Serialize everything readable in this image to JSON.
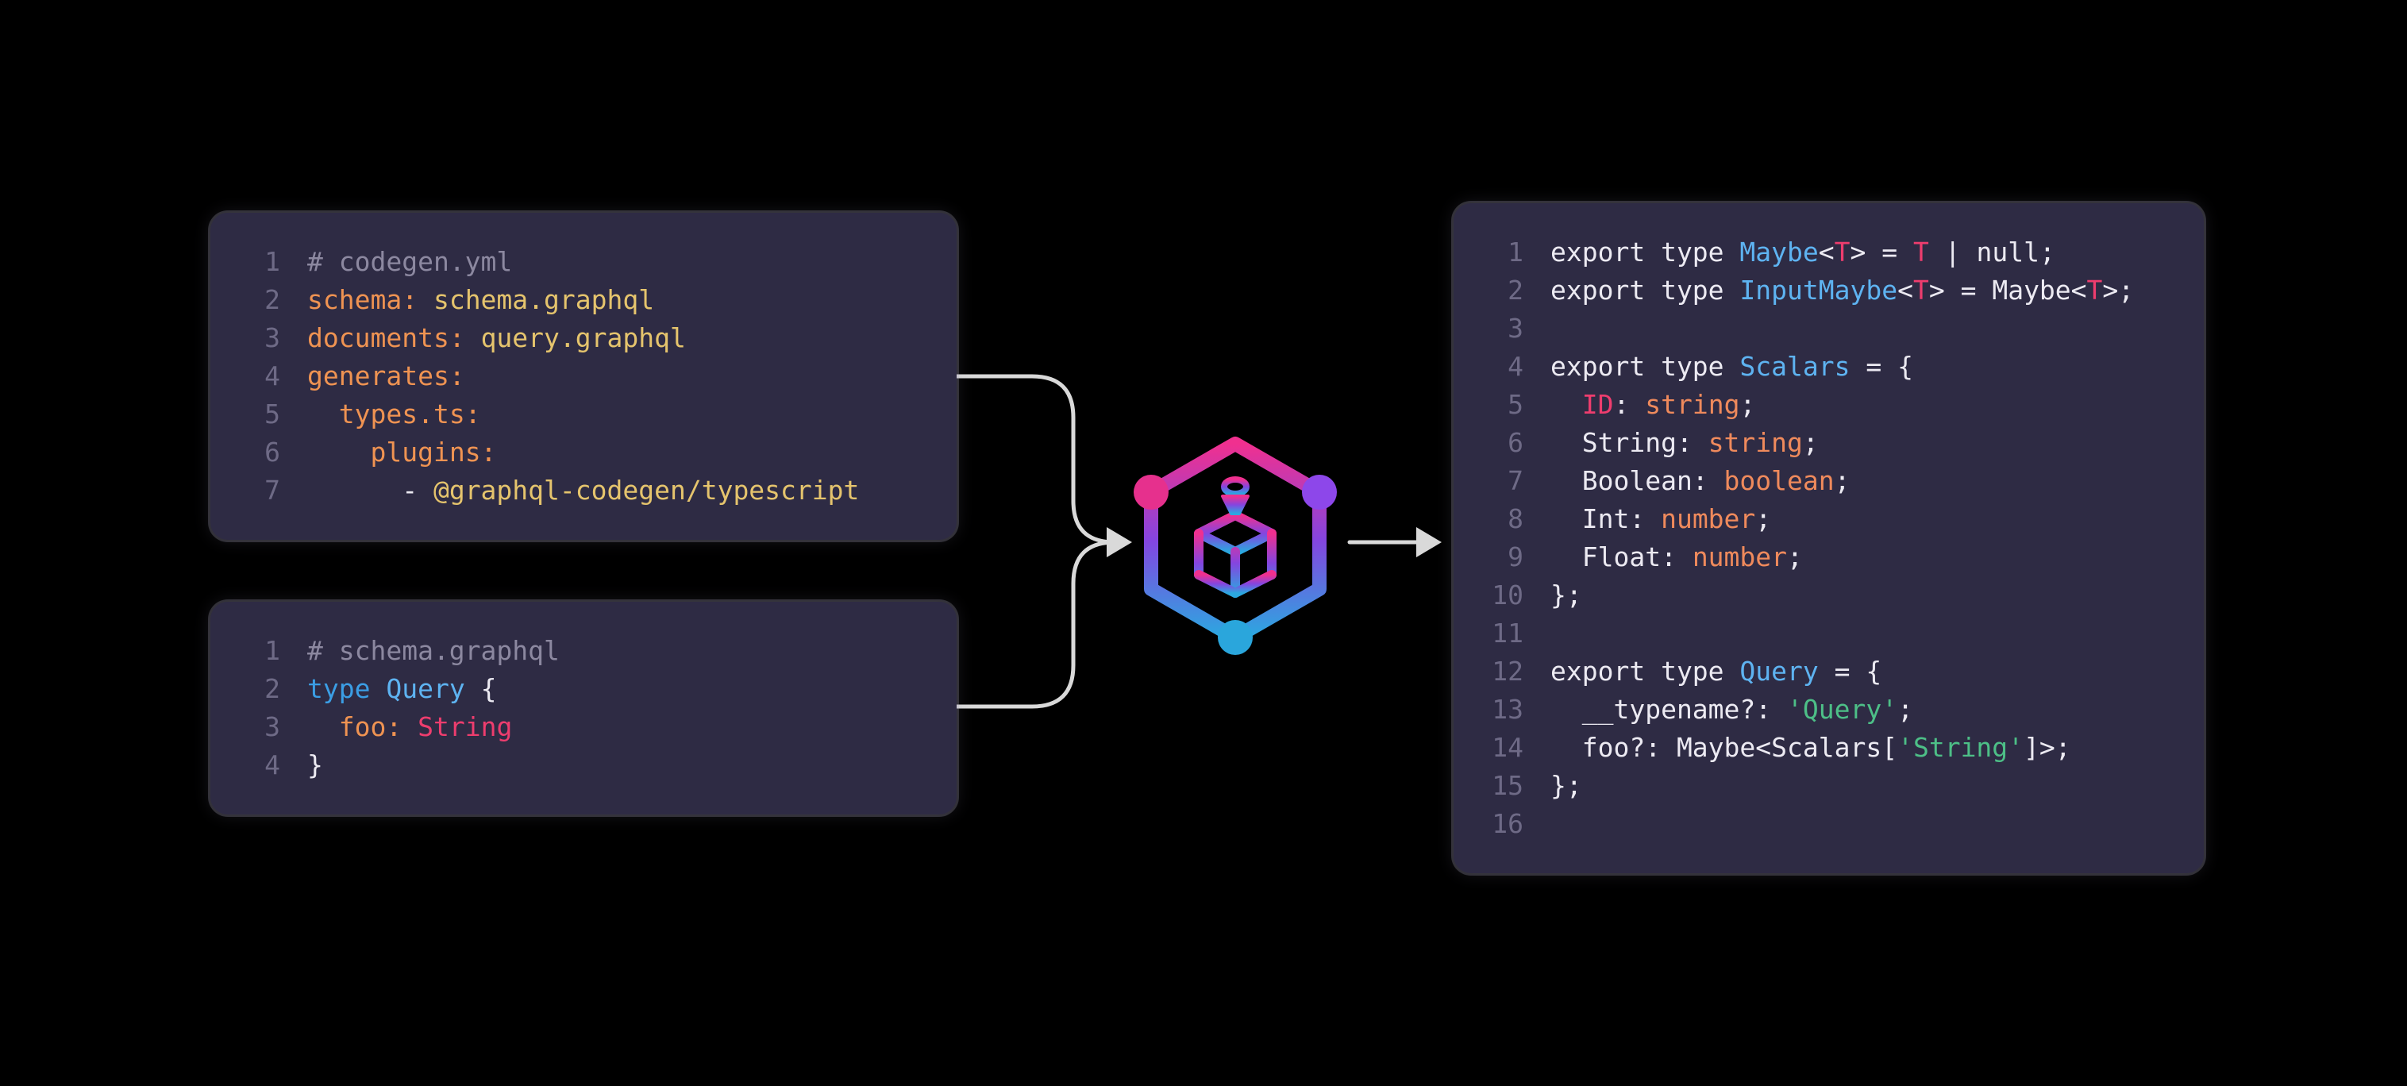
{
  "colors": {
    "background": "#000000",
    "panel_bg": "#2e2b44",
    "arrow": "#d9d9d9"
  },
  "syntax_colors": {
    "plain": "#eceaf2",
    "comment": "#8c88a0",
    "lineno": "#6e6a86",
    "key": "#ef9352",
    "value": "#e5c46d",
    "keyword": "#3b9ee5",
    "type": "#5eb3f1",
    "red": "#ee3d6e",
    "orange": "#ef8a5c",
    "green": "#4dbf87"
  },
  "logo": {
    "label": "graphql-code-generator-logo",
    "gradient": [
      "#f0308f",
      "#8445e0",
      "#2ba8e0"
    ],
    "circles": {
      "pink": "#e6308d",
      "purple": "#8d47ea",
      "blue": "#2aa6dc"
    }
  },
  "panels": [
    {
      "name": "codegen-yml",
      "lines": [
        {
          "n": "1",
          "tokens": [
            {
              "c": "comment",
              "t": "# codegen.yml"
            }
          ]
        },
        {
          "n": "2",
          "tokens": [
            {
              "c": "key",
              "t": "schema:"
            },
            {
              "c": "plain",
              "t": " "
            },
            {
              "c": "value",
              "t": "schema.graphql"
            }
          ]
        },
        {
          "n": "3",
          "tokens": [
            {
              "c": "key",
              "t": "documents:"
            },
            {
              "c": "plain",
              "t": " "
            },
            {
              "c": "value",
              "t": "query.graphql"
            }
          ]
        },
        {
          "n": "4",
          "tokens": [
            {
              "c": "key",
              "t": "generates:"
            }
          ]
        },
        {
          "n": "5",
          "tokens": [
            {
              "c": "plain",
              "t": "  "
            },
            {
              "c": "key",
              "t": "types.ts:"
            }
          ]
        },
        {
          "n": "6",
          "tokens": [
            {
              "c": "plain",
              "t": "    "
            },
            {
              "c": "key",
              "t": "plugins:"
            }
          ]
        },
        {
          "n": "7",
          "tokens": [
            {
              "c": "plain",
              "t": "      - "
            },
            {
              "c": "value",
              "t": "@graphql-codegen/typescript"
            }
          ]
        }
      ]
    },
    {
      "name": "schema-graphql",
      "lines": [
        {
          "n": "1",
          "tokens": [
            {
              "c": "comment",
              "t": "# schema.graphql"
            }
          ]
        },
        {
          "n": "2",
          "tokens": [
            {
              "c": "keyword",
              "t": "type"
            },
            {
              "c": "plain",
              "t": " "
            },
            {
              "c": "type",
              "t": "Query"
            },
            {
              "c": "plain",
              "t": " {"
            }
          ]
        },
        {
          "n": "3",
          "tokens": [
            {
              "c": "plain",
              "t": "  "
            },
            {
              "c": "key",
              "t": "foo:"
            },
            {
              "c": "plain",
              "t": " "
            },
            {
              "c": "red",
              "t": "String"
            }
          ]
        },
        {
          "n": "4",
          "tokens": [
            {
              "c": "plain",
              "t": "}"
            }
          ]
        }
      ]
    },
    {
      "name": "typescript-output",
      "lines": [
        {
          "n": "1",
          "tokens": [
            {
              "c": "plain",
              "t": "export type "
            },
            {
              "c": "type",
              "t": "Maybe"
            },
            {
              "c": "plain",
              "t": "<"
            },
            {
              "c": "red",
              "t": "T"
            },
            {
              "c": "plain",
              "t": "> = "
            },
            {
              "c": "red",
              "t": "T"
            },
            {
              "c": "plain",
              "t": " | null;"
            }
          ]
        },
        {
          "n": "2",
          "tokens": [
            {
              "c": "plain",
              "t": "export type "
            },
            {
              "c": "type",
              "t": "InputMaybe"
            },
            {
              "c": "plain",
              "t": "<"
            },
            {
              "c": "red",
              "t": "T"
            },
            {
              "c": "plain",
              "t": "> = Maybe<"
            },
            {
              "c": "red",
              "t": "T"
            },
            {
              "c": "plain",
              "t": ">;"
            }
          ]
        },
        {
          "n": "3",
          "tokens": []
        },
        {
          "n": "4",
          "tokens": [
            {
              "c": "plain",
              "t": "export type "
            },
            {
              "c": "type",
              "t": "Scalars"
            },
            {
              "c": "plain",
              "t": " = {"
            }
          ]
        },
        {
          "n": "5",
          "tokens": [
            {
              "c": "plain",
              "t": "  "
            },
            {
              "c": "red",
              "t": "ID"
            },
            {
              "c": "plain",
              "t": ": "
            },
            {
              "c": "orange",
              "t": "string"
            },
            {
              "c": "plain",
              "t": ";"
            }
          ]
        },
        {
          "n": "6",
          "tokens": [
            {
              "c": "plain",
              "t": "  String: "
            },
            {
              "c": "orange",
              "t": "string"
            },
            {
              "c": "plain",
              "t": ";"
            }
          ]
        },
        {
          "n": "7",
          "tokens": [
            {
              "c": "plain",
              "t": "  Boolean: "
            },
            {
              "c": "orange",
              "t": "boolean"
            },
            {
              "c": "plain",
              "t": ";"
            }
          ]
        },
        {
          "n": "8",
          "tokens": [
            {
              "c": "plain",
              "t": "  Int: "
            },
            {
              "c": "orange",
              "t": "number"
            },
            {
              "c": "plain",
              "t": ";"
            }
          ]
        },
        {
          "n": "9",
          "tokens": [
            {
              "c": "plain",
              "t": "  Float: "
            },
            {
              "c": "orange",
              "t": "number"
            },
            {
              "c": "plain",
              "t": ";"
            }
          ]
        },
        {
          "n": "10",
          "tokens": [
            {
              "c": "plain",
              "t": "};"
            }
          ]
        },
        {
          "n": "11",
          "tokens": []
        },
        {
          "n": "12",
          "tokens": [
            {
              "c": "plain",
              "t": "export type "
            },
            {
              "c": "type",
              "t": "Query"
            },
            {
              "c": "plain",
              "t": " = {"
            }
          ]
        },
        {
          "n": "13",
          "tokens": [
            {
              "c": "plain",
              "t": "  __typename?: "
            },
            {
              "c": "green",
              "t": "'Query'"
            },
            {
              "c": "plain",
              "t": ";"
            }
          ]
        },
        {
          "n": "14",
          "tokens": [
            {
              "c": "plain",
              "t": "  foo?: Maybe<Scalars["
            },
            {
              "c": "green",
              "t": "'String'"
            },
            {
              "c": "plain",
              "t": "]>;"
            }
          ]
        },
        {
          "n": "15",
          "tokens": [
            {
              "c": "plain",
              "t": "};"
            }
          ]
        },
        {
          "n": "16",
          "tokens": []
        }
      ]
    }
  ]
}
